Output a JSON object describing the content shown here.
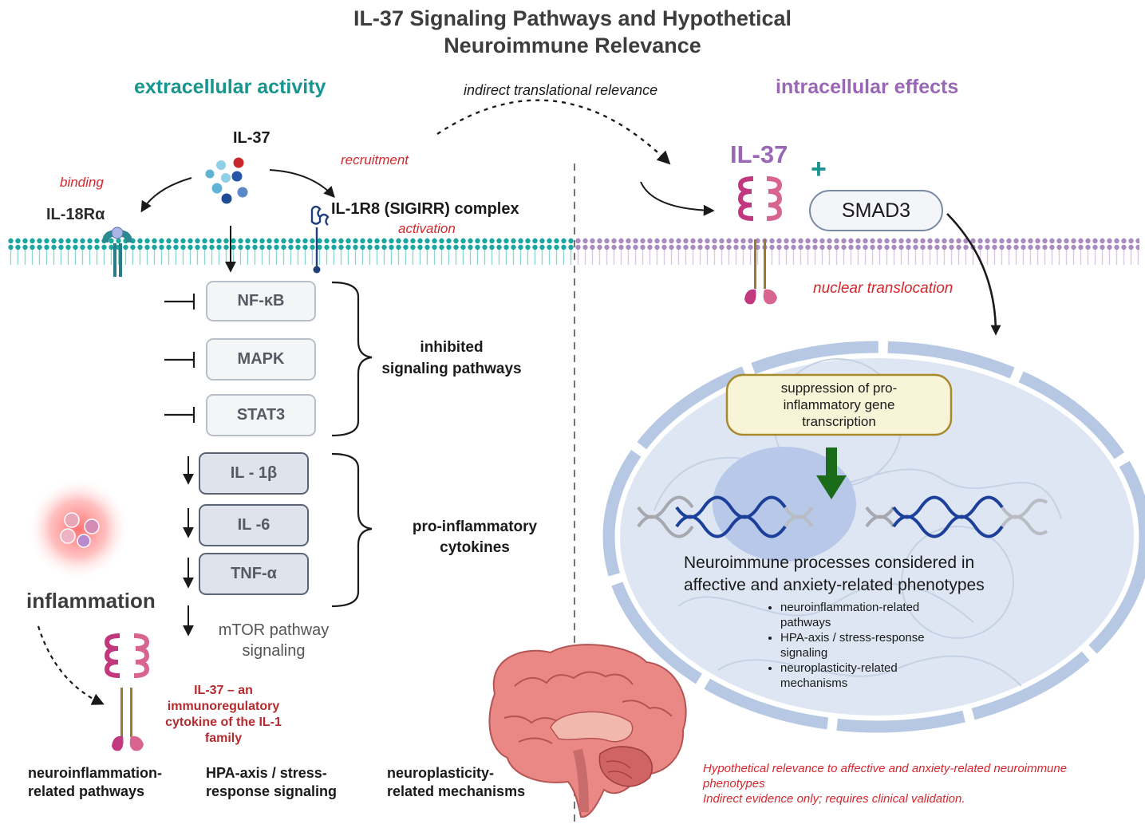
{
  "title_line1": "IL-37 Signaling Pathways and Hypothetical",
  "title_line2": "Neuroimmune Relevance",
  "headers": {
    "extracellular": "extracellular activity",
    "intracellular": "intracellular effects",
    "translational": "indirect translational relevance"
  },
  "ligand": "IL-37",
  "labels": {
    "binding": "binding",
    "recruitment": "recruitment",
    "activation": "activation",
    "il18ra": "IL-18Rα",
    "sigirr": "IL-1R8 (SIGIRR) complex",
    "nuclear_translocation": "nuclear translocation",
    "il37_intracellular": "IL-37",
    "plus": "+",
    "smad3": "SMAD3",
    "inflammation": "inflammation",
    "mtor_line1": "mTOR pathway",
    "mtor_line2": "signaling"
  },
  "pathways": [
    "NF-κB",
    "MAPK",
    "STAT3"
  ],
  "pathway_bracket_line1": "inhibited",
  "pathway_bracket_line2": "signaling pathways",
  "cytokines": [
    "IL - 1β",
    "IL -6",
    "TNF-α"
  ],
  "cytokine_bracket_line1": "pro-inflammatory",
  "cytokine_bracket_line2": "cytokines",
  "family_note": [
    "IL-37 – an",
    "immunoregulatory",
    "cytokine of the IL-1",
    "family"
  ],
  "nucleus": {
    "suppression": [
      "suppression of pro-",
      "inflammatory gene",
      "transcription"
    ],
    "heading_line1": "Neuroimmune processes considered in",
    "heading_line2": "affective and anxiety-related phenotypes",
    "bullets": [
      [
        "neuroinflammation-related",
        "pathways"
      ],
      [
        "HPA-axis / stress-response",
        "signaling"
      ],
      [
        "neuroplasticity-related",
        "mechanisms"
      ]
    ]
  },
  "bottom": {
    "col1": [
      "neuroinflammation-",
      "related pathways"
    ],
    "col2": [
      "HPA-axis / stress-",
      "response signaling"
    ],
    "col3": [
      "neuroplasticity-",
      "related mechanisms"
    ]
  },
  "disclaimer": [
    "Hypothetical relevance to affective and anxiety-related neuroimmune",
    "phenotypes",
    "Indirect evidence only; requires clinical validation."
  ],
  "colors": {
    "teal": "#17958e",
    "purple": "#9a66b6",
    "red_text": "#d4282e",
    "membrane_teal": "#1aa7a1",
    "membrane_purple": "#a98bc2",
    "nucleus_fill": "#dde6f2",
    "nucleus_border": "#b6c8e3",
    "receptor_pink": "#c2387f",
    "dna_blue": "#1c3f9a",
    "arrow_green": "#1a6b1a"
  }
}
